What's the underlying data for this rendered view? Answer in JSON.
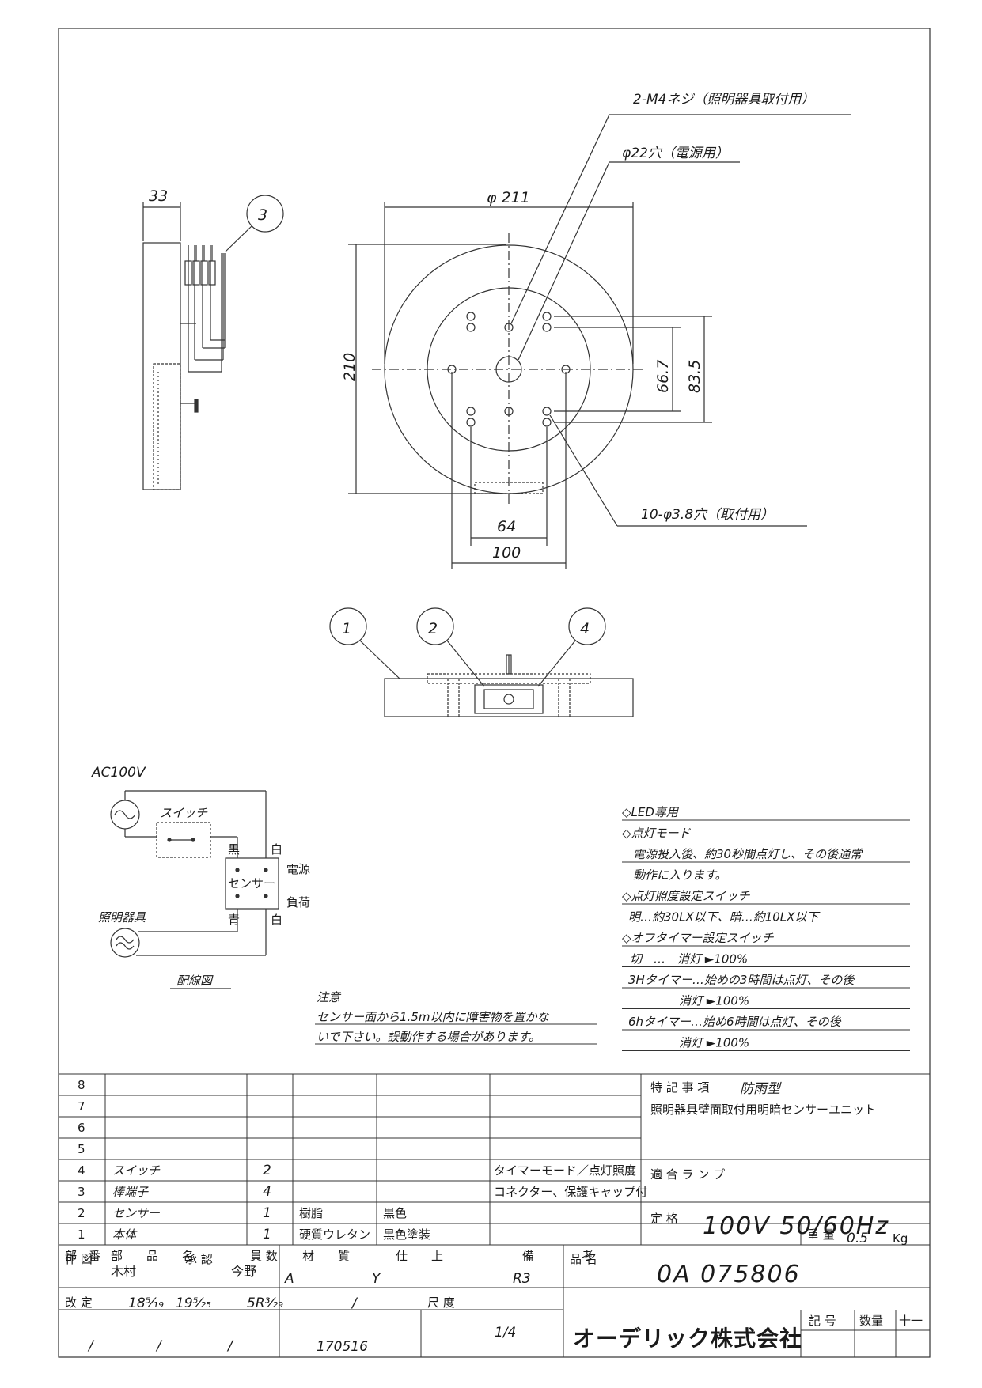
{
  "callouts": {
    "screw": "2-M4ネジ（照明器具取付用）",
    "hole_power": "φ22穴（電源用）",
    "hole_mount": "10-φ3.8穴（取付用）",
    "part3": "3",
    "part1": "1",
    "part2": "2",
    "part4": "4"
  },
  "dimensions": {
    "depth": "33",
    "diameter": "φ 211",
    "height": "210",
    "d667": "66.7",
    "d835": "83.5",
    "w64": "64",
    "w100": "100"
  },
  "wiring": {
    "title": "AC100V",
    "switch": "スイッチ",
    "black": "黒",
    "white_top": "白",
    "power": "電源",
    "sensor": "センサー",
    "load": "負荷",
    "blue": "青",
    "white_bottom": "白",
    "fixture": "照明器具",
    "caption": "配線図"
  },
  "caution": {
    "title": "注意",
    "line1": "センサー面から1.5m以内に障害物を置かな",
    "line2": "いで下さい。誤動作する場合があります。"
  },
  "notes": [
    "◇LED専用",
    "◇点灯モード",
    "電源投入後、約30秒間点灯し、その後通常",
    "動作に入ります。",
    "◇点灯照度設定スイッチ",
    "明…約30LX以下、暗…約10LX以下",
    "◇オフタイマー設定スイッチ",
    "切　…　消灯 ►100%",
    "3Hタイマー…始めの3時間は点灯、その後",
    "消灯 ►100%",
    "6hタイマー…始め6時間は点灯、その後",
    "消灯 ►100%"
  ],
  "parts_table": {
    "rows": [
      {
        "no": "8",
        "name": "",
        "qty": "",
        "material": "",
        "finish": "",
        "remark": ""
      },
      {
        "no": "7",
        "name": "",
        "qty": "",
        "material": "",
        "finish": "",
        "remark": ""
      },
      {
        "no": "6",
        "name": "",
        "qty": "",
        "material": "",
        "finish": "",
        "remark": ""
      },
      {
        "no": "5",
        "name": "",
        "qty": "",
        "material": "",
        "finish": "",
        "remark": ""
      },
      {
        "no": "4",
        "name": "スイッチ",
        "qty": "2",
        "material": "",
        "finish": "",
        "remark": "タイマーモード／点灯照度"
      },
      {
        "no": "3",
        "name": "棒端子",
        "qty": "4",
        "material": "",
        "finish": "",
        "remark": "コネクター、保護キャップ付"
      },
      {
        "no": "2",
        "name": "センサー",
        "qty": "1",
        "material": "樹脂",
        "finish": "黒色",
        "remark": ""
      },
      {
        "no": "1",
        "name": "本体",
        "qty": "1",
        "material": "硬質ウレタン",
        "finish": "黒色塗装",
        "remark": ""
      }
    ],
    "header": {
      "no": "部　番",
      "name": "部　　品　　名",
      "qty": "員 数",
      "material": "材　　質",
      "finish": "仕　　上",
      "remark": "備　　　　考"
    }
  },
  "spec": {
    "special_label": "特 記 事 項",
    "special_value": "防雨型",
    "description": "照明器具壁面取付用明暗センサーユニット",
    "lamp_label": "適 合 ラ ン プ",
    "rating_label": "定 格",
    "rating_value": "100V 50/60Hz",
    "weight_label": "重 量",
    "weight_value": "0.5",
    "weight_unit": "Kg"
  },
  "title_block": {
    "drawn_label": "作 図",
    "drawn_by": "木村",
    "approved_label": "承 認",
    "approved_by": "今野",
    "rev_a": "A",
    "rev_y": "Y",
    "rev_r": "R3",
    "product_label": "品 名",
    "product_no": "0A 075806",
    "revised_label": "改 定",
    "rev_date1": "18⁵⁄₁₉",
    "rev_date2": "19⁵⁄₂₅",
    "rev_date3": "5R³⁄₂₉",
    "rev_date4": "/",
    "blank1": "/",
    "blank2": "/",
    "blank3": "/",
    "code": "170516",
    "scale_label": "尺 度",
    "scale_value": "1/4",
    "company": "オーデリック株式会社",
    "mark_label": "記 号",
    "count_label": "数量",
    "pm_label": "十一"
  }
}
